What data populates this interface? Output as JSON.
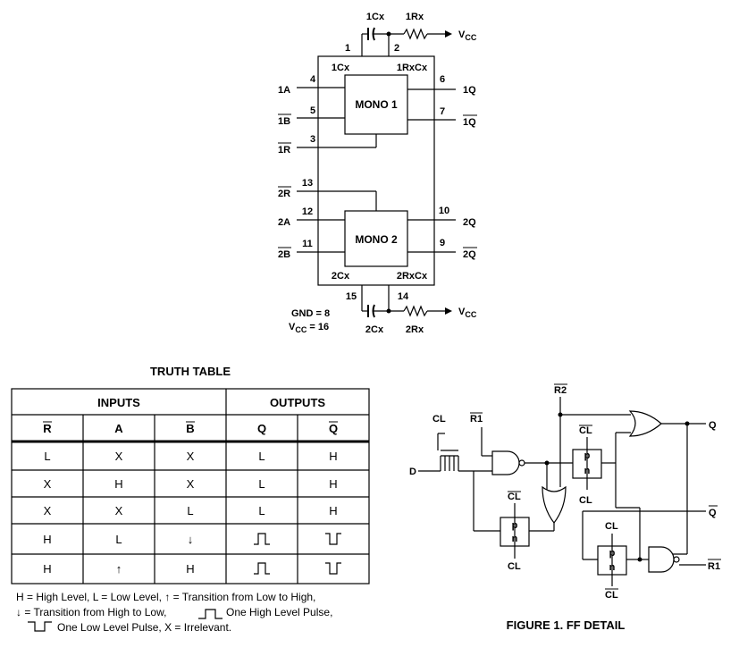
{
  "pinout": {
    "top_cap_label": "1Cx",
    "top_res_label": "1Rx",
    "bottom_cap_label": "2Cx",
    "bottom_res_label": "2Rx",
    "vcc_label_top": "VCC",
    "vcc_label_bottom": "VCC",
    "pins": {
      "p1": "1",
      "p2": "2",
      "p3": "3",
      "p4": "4",
      "p5": "5",
      "p6": "6",
      "p7": "7",
      "p9": "9",
      "p10": "10",
      "p11": "11",
      "p12": "12",
      "p13": "13",
      "p14": "14",
      "p15": "15"
    },
    "signals": {
      "s_1a": "1A",
      "s_1b": "1B",
      "s_1r": "1R",
      "s_2r": "2R",
      "s_2a": "2A",
      "s_2b": "2B",
      "s_1q": "1Q",
      "s_1qbar": "1Q",
      "s_2q": "2Q",
      "s_2qbar": "2Q",
      "in_1cx": "1Cx",
      "in_1rxcx": "1RxCx",
      "in_2cx": "2Cx",
      "in_2rxcx": "2RxCx"
    },
    "mono1": "MONO 1",
    "mono2": "MONO 2",
    "gnd": "GND = 8",
    "vcc_eq": "VCC = 16"
  },
  "truth_table": {
    "title": "TRUTH TABLE",
    "group_inputs": "INPUTS",
    "group_outputs": "OUTPUTS",
    "columns": [
      "R",
      "A",
      "B",
      "Q",
      "Q"
    ],
    "rows": [
      [
        "L",
        "X",
        "X",
        "L",
        "H"
      ],
      [
        "X",
        "H",
        "X",
        "L",
        "H"
      ],
      [
        "X",
        "X",
        "L",
        "L",
        "H"
      ],
      [
        "H",
        "L",
        "↓",
        "high-pulse",
        "low-pulse"
      ],
      [
        "H",
        "↑",
        "H",
        "high-pulse",
        "low-pulse"
      ]
    ]
  },
  "legend": {
    "line1": "H = High Level, L = Low Level, ↑ = Transition from Low to High,",
    "line2a": "↓ = Transition from High to Low,",
    "line2b": "One High Level Pulse,",
    "line3a": "One Low Level Pulse, X = Irrelevant."
  },
  "ff_detail": {
    "caption": "FIGURE 1.  FF DETAIL",
    "labels": {
      "cl_in": "CL",
      "r1_top": "R1",
      "r2_top": "R2",
      "d": "D",
      "q": "Q",
      "qbar": "Q",
      "r1_right": "R1",
      "clbar_a": "CL",
      "cl_a": "CL",
      "clbar_b": "CL",
      "cl_b": "CL",
      "cl_c": "CL",
      "clbar_c": "CL",
      "p_a": "p",
      "n_a": "n",
      "p_b": "p",
      "n_b": "n",
      "p_c": "p",
      "n_c": "n"
    }
  }
}
